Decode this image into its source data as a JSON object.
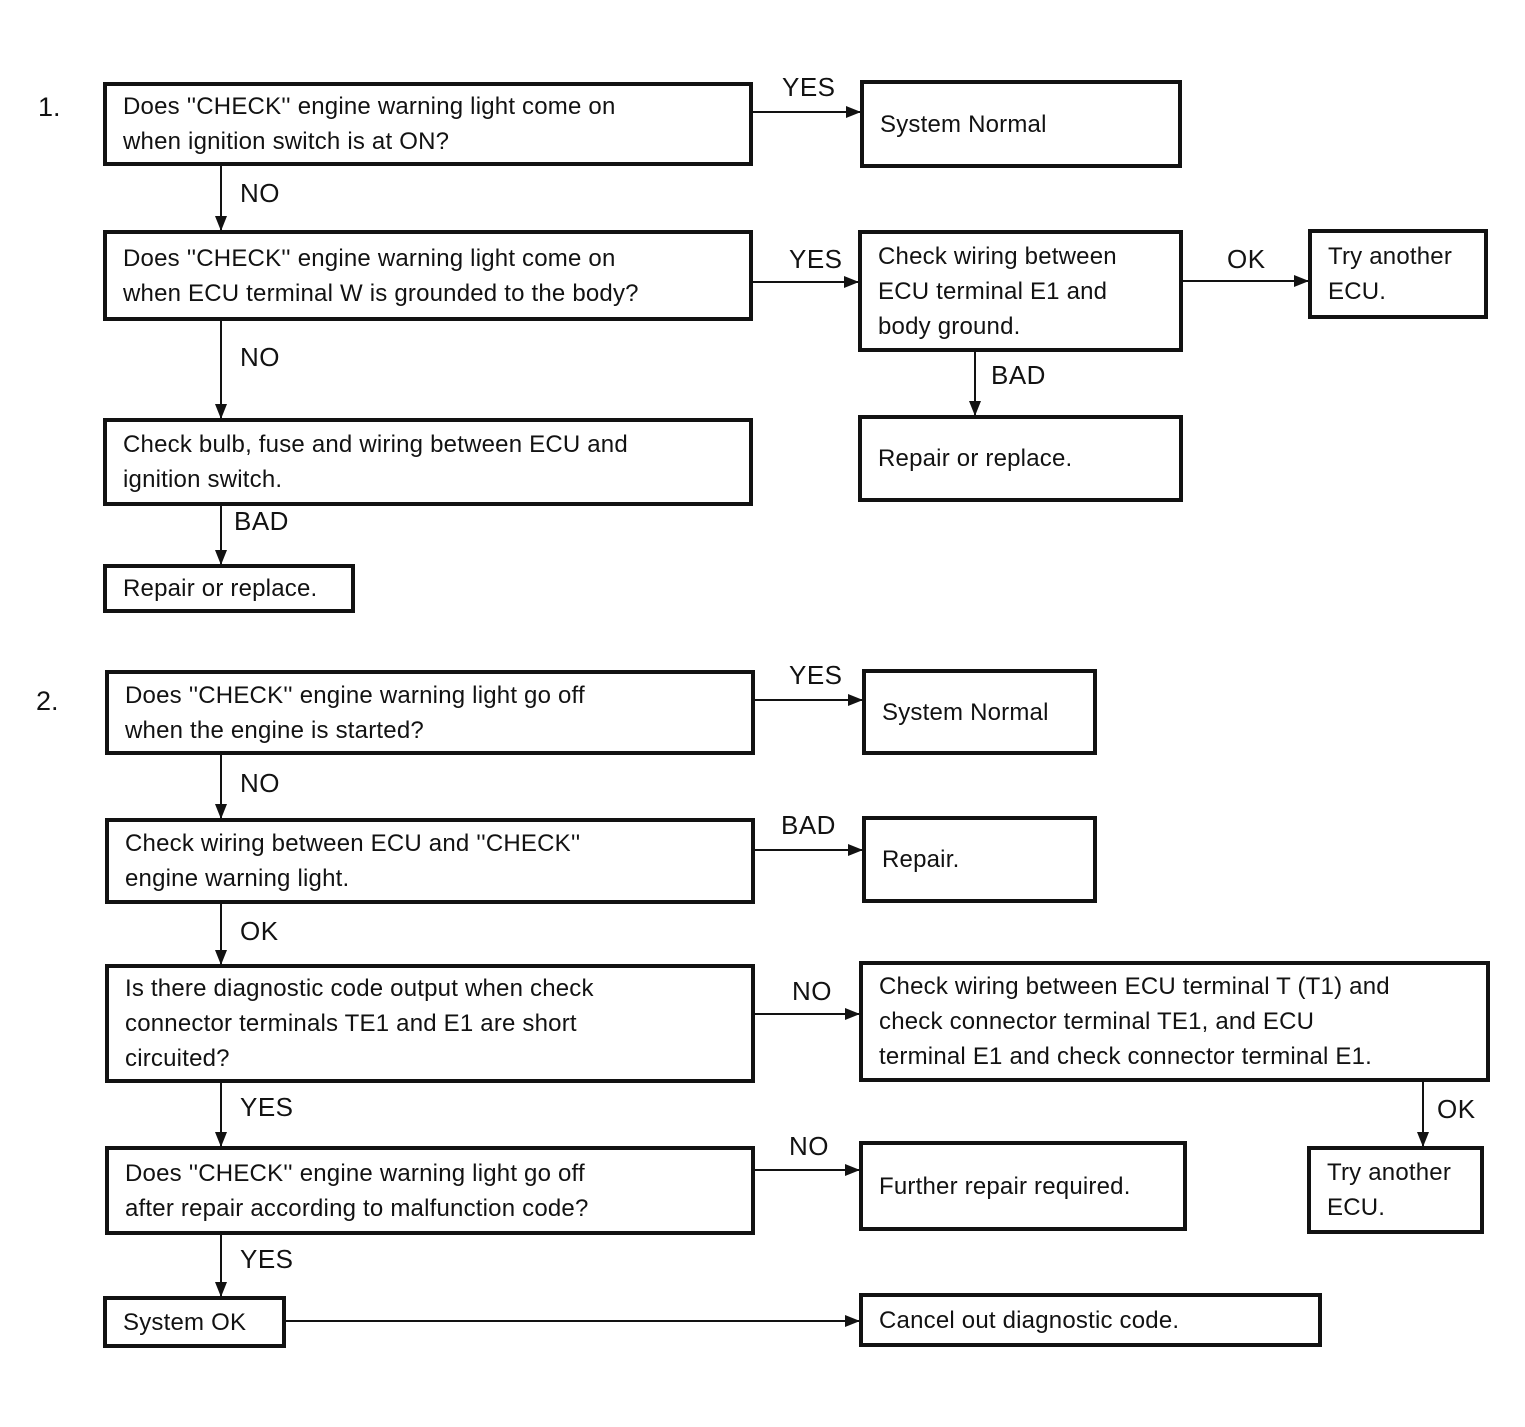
{
  "colors": {
    "ink": "#121212",
    "paper": "#ffffff"
  },
  "sections": {
    "s1": "1.",
    "s2": "2."
  },
  "nodes": {
    "s1_q1": "Does ''CHECK'' engine warning light come on\nwhen ignition switch is at ON?",
    "s1_system_normal": "System Normal",
    "s1_q2": "Does ''CHECK'' engine warning light come on\nwhen ECU terminal W is grounded to the body?",
    "s1_check_wiring_e1": "Check wiring between\nECU terminal E1 and\nbody ground.",
    "s1_try_another_ecu": "Try another\nECU.",
    "s1_check_bulb": "Check bulb, fuse and wiring between ECU and\nignition switch.",
    "s1_repair_replace_right": "Repair or replace.",
    "s1_repair_replace_left": "Repair or replace.",
    "s2_q1": "Does ''CHECK'' engine warning light go off\nwhen the engine is started?",
    "s2_system_normal": "System Normal",
    "s2_check_wiring_light": "Check wiring between ECU and ''CHECK''\nengine warning light.",
    "s2_repair": "Repair.",
    "s2_q2": "Is there diagnostic code output when check\nconnector terminals TE1 and E1 are short\ncircuited?",
    "s2_check_wiring_t": "Check wiring between ECU terminal T (T1) and\ncheck connector terminal TE1, and ECU\nterminal E1 and check connector terminal E1.",
    "s2_q3": "Does ''CHECK'' engine warning light go off\nafter repair according to malfunction code?",
    "s2_further_repair": "Further repair required.",
    "s2_try_another_ecu": "Try another\nECU.",
    "s2_system_ok": "System OK",
    "s2_cancel_code": "Cancel out diagnostic code."
  },
  "edge_labels": {
    "s1_yes_1": "YES",
    "s1_no_1": "NO",
    "s1_yes_2": "YES",
    "s1_ok_1": "OK",
    "s1_bad_1": "BAD",
    "s1_no_2": "NO",
    "s1_bad_2": "BAD",
    "s2_yes_1": "YES",
    "s2_no_1": "NO",
    "s2_bad_1": "BAD",
    "s2_ok_1": "OK",
    "s2_no_2": "NO",
    "s2_ok_2": "OK",
    "s2_yes_2": "YES",
    "s2_no_3": "NO",
    "s2_yes_3": "YES"
  }
}
